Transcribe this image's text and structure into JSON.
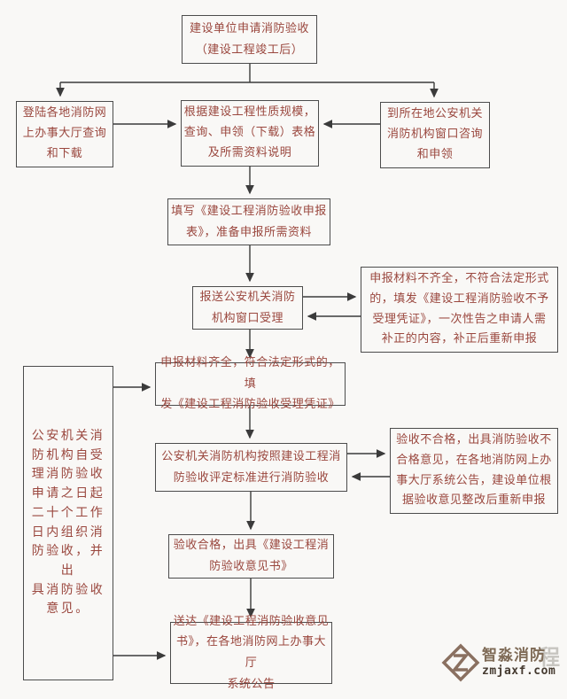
{
  "colors": {
    "background": "#f9f8f6",
    "box_border": "#4c4c4c",
    "text": "#9a473e",
    "arrow": "#3b3b3b",
    "watermark_brand": "#7f6b57",
    "watermark_domain": "#453a30"
  },
  "flowchart": {
    "nodes": {
      "start": {
        "text": "建设单位申请消防验收\n（建设工程竣工后）"
      },
      "online_hall": {
        "text": "登陆各地消防网\n上办事大厅查询\n和下载"
      },
      "per_project": {
        "text": "根据建设工程性质规模，\n查询、申领（下载）表格\n及所需资料说明"
      },
      "window_consult": {
        "text": "到所在地公安机关\n消防机构窗口咨询\n和申领"
      },
      "fill_form": {
        "text": "填写《建设工程消防验收申报\n表》，准备申报所需资料"
      },
      "submit_window": {
        "text": "报送公安机关消防\n机构窗口受理"
      },
      "incomplete": {
        "text": "申报材料不齐全，不符合法定形式\n的，填发《建设工程消防验收不予\n受理凭证》，一次性告之申请人需\n补正的内容，补正后重新申报"
      },
      "complete": {
        "text": "申报材料齐全，符合法定形式的，填\n发《建设工程消防验收受理凭证》"
      },
      "time_limit": {
        "text": "公安机关消\n防机构自受\n理消防验收\n申请之日起\n二十个工作\n日内组织消\n防验收，并出\n具消防验收\n意见。"
      },
      "inspection": {
        "text": "公安机关消防机构按照建设工程消\n防验收评定标准进行消防验收"
      },
      "fail": {
        "text": "验收不合格，出具消防验收不\n合格意见，在各地消防网上办\n事大厅系统公告，建设单位根\n据验收意见整改后重新申报"
      },
      "pass": {
        "text": "验收合格，出具《建设工程消\n防验收意见书》"
      },
      "deliver": {
        "text": "送达《建设工程消防验收意见\n书》，在各地消防网上办事大厅\n系统公告"
      }
    }
  },
  "watermark": {
    "brand": "智淼消防",
    "domain": "zmjaxf.com",
    "faint_text": "程"
  }
}
